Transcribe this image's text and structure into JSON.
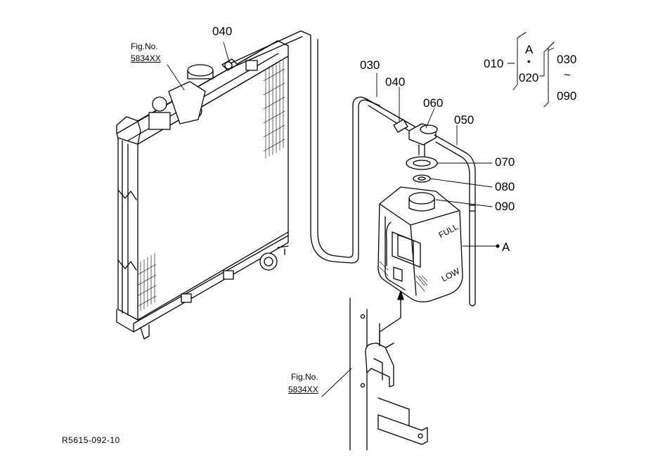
{
  "callouts": {
    "c010": "010",
    "c020": "020",
    "c030_top": "030",
    "c090_top": "090",
    "tilde": "~",
    "c030": "030",
    "c040_left": "040",
    "c040_right": "040",
    "c050": "050",
    "c060": "060",
    "c070": "070",
    "c080": "080",
    "c090": "090",
    "a_box": "A",
    "a_pointer": "A",
    "dot": "•"
  },
  "fig_refs": {
    "top_label": "Fig.No.",
    "top_number": "5834XX",
    "bottom_label": "Fig.No.",
    "bottom_number": "5834XX"
  },
  "tank_markings": {
    "full": "FULL",
    "low": "LOW"
  },
  "drawing_id": "R5615-092-10"
}
